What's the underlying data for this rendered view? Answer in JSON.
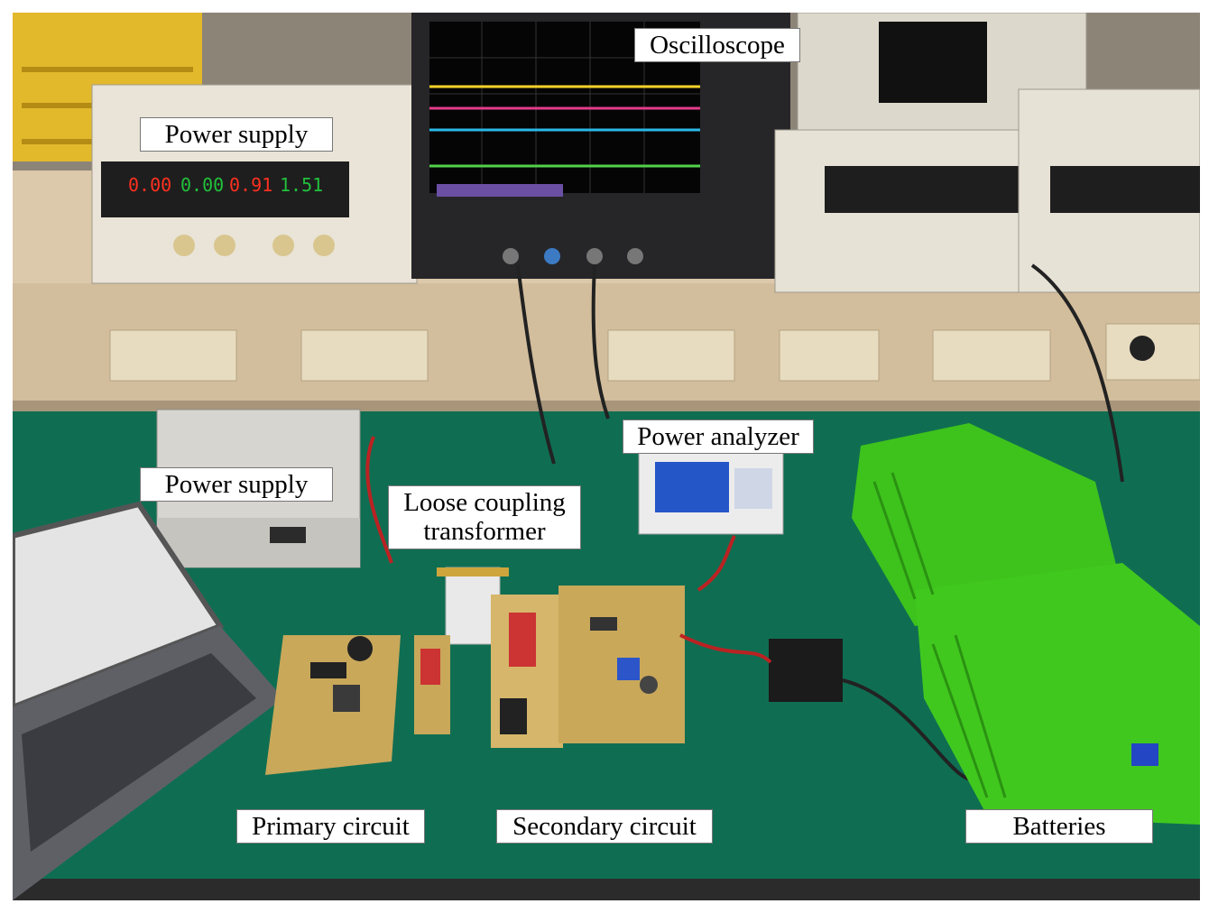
{
  "labels": {
    "oscilloscope": "Oscilloscope",
    "power_supply_top": "Power supply",
    "power_supply_bottom": "Power supply",
    "power_analyzer": "Power analyzer",
    "transformer_line1": "Loose coupling",
    "transformer_line2": "transformer",
    "primary_circuit": "Primary circuit",
    "secondary_circuit": "Secondary circuit",
    "batteries": "Batteries"
  },
  "colors": {
    "bench_mat": "#0f6e52",
    "shelf": "#dcc9ab",
    "battery_green": "#3ec21c",
    "pcb": "#c9a85a"
  }
}
